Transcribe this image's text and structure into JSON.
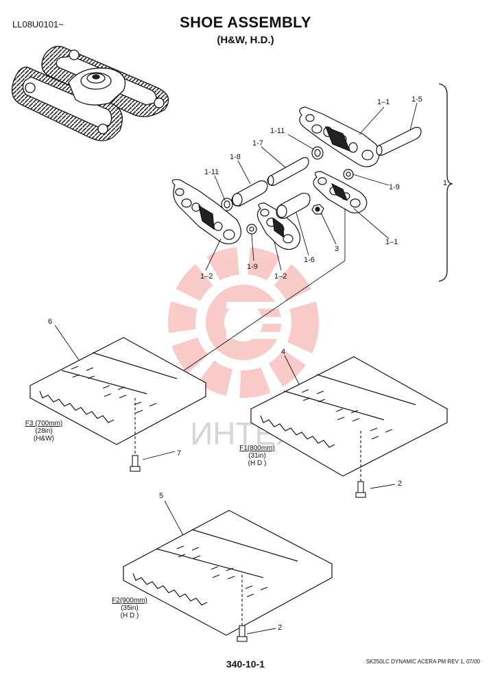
{
  "header": {
    "code": "LL08U0101~",
    "title": "SHOE ASSEMBLY",
    "subtitle": "(H&W, H.D.)"
  },
  "footer": {
    "page": "340-10-1",
    "reference": "SK250LC DYNAMIC ACERA PM REV 1, 07/00"
  },
  "watermark": {
    "text": "ИНТЕХ",
    "color": "#e8463c"
  },
  "callouts": {
    "c1_1a": "1–1",
    "c1_5": "1-5",
    "c1_11a": "1-11",
    "c1_7": "1-7",
    "c1_8": "1-8",
    "c1_11b": "1-11",
    "c1_9a": "1-9",
    "c1": "1",
    "c1_1b": "1–1",
    "c3": "3",
    "c1_6": "1-6",
    "c1_9b": "1-9",
    "c1_2a": "1–2",
    "c1_2b": "1–2",
    "c6": "6",
    "c4": "4",
    "c7": "7",
    "c2a": "2",
    "c5": "5",
    "c2b": "2"
  },
  "shoes": {
    "f3": {
      "size": "F3 (700mm)",
      "inch": "(28in)",
      "type": "(H&W)"
    },
    "f1": {
      "size": "F1(800mm)",
      "inch": "(31in)",
      "type": "(H D )"
    },
    "f2": {
      "size": "F2(900mm)",
      "inch": "(35in)",
      "type": "(H D )"
    }
  }
}
